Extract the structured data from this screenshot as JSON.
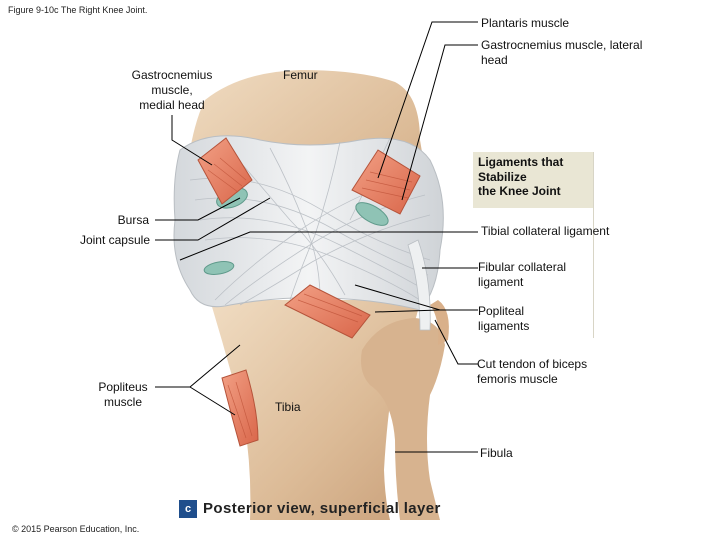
{
  "figure_title": "Figure 9-10c The Right Knee Joint.",
  "copyright": "© 2015 Pearson Education, Inc.",
  "view": {
    "tag": "c",
    "caption": "Posterior view, superficial layer"
  },
  "labels": {
    "plantaris": "Plantaris muscle",
    "gastroc_lateral": "Gastrocnemius muscle, lateral\nhead",
    "gastroc_medial": "Gastrocnemius\nmuscle,\nmedial head",
    "femur": "Femur",
    "ligaments_heading": "Ligaments that\nStabilize\nthe Knee Joint",
    "bursa": "Bursa",
    "joint_capsule": "Joint capsule",
    "tibial_collateral": "Tibial collateral ligament",
    "fibular_collateral": "Fibular collateral\nligament",
    "popliteal": "Popliteal\nligaments",
    "biceps_tendon": "Cut tendon of biceps\nfemoris muscle",
    "popliteus": "Popliteus\nmuscle",
    "tibia": "Tibia",
    "fibula": "Fibula"
  },
  "colors": {
    "bone": "#e3c7a6",
    "ligament": "#e8eaec",
    "muscle": "#e8876a",
    "bursa": "#8fc3b5",
    "leader": "#000000",
    "heading_box": "#e9e6d4",
    "tag": "#1f4e8c"
  }
}
